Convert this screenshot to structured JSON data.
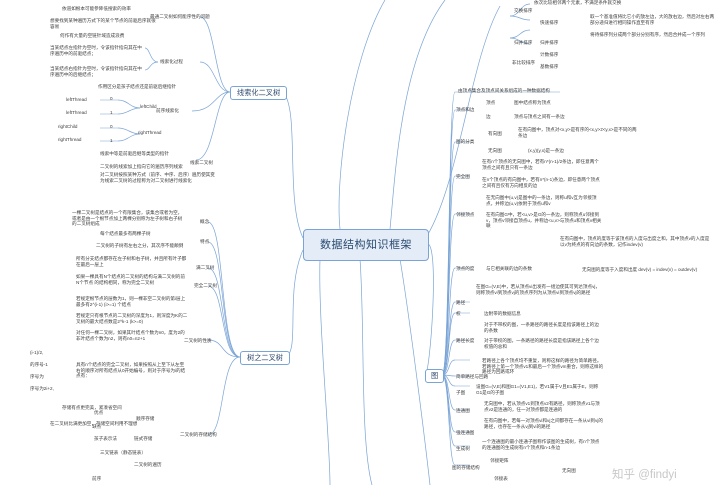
{
  "root": {
    "title": "数据结构知识框架"
  },
  "branches": {
    "threaded": "线索化二叉树",
    "tree": "树之二叉树",
    "graph": "图"
  },
  "threaded_nodes": {
    "n1": "依道如根本可能参降低搜索的效率",
    "n2": "最通二叉树如何能序性的问题",
    "n3": "想要找到某种遍历方式下的某个节点的前驱后序就很容易",
    "n4": "何作有大量的空链针域造成浪费",
    "n5": "线索化过程",
    "n6": "前序线索化",
    "n7": "当某结点左指针为空时，令该指针指向其在中序遍历中的前驱结点；",
    "n8": "当某结点右指针为空时，令该指针指向其在中序遍历中的后继结点；",
    "n9": "作用区分是孩子结点还是前驱后继指针",
    "lt": "leftThread",
    "lc": "leftChild",
    "rt": "rightThread",
    "rc": "rightChild",
    "lt_short": "leftThread",
    "rt_short": "rightThread",
    "v0a": "0",
    "v1a": "1",
    "v0b": "0",
    "v1b": "1",
    "n10": "线索中等是前驱后继等类型的指针",
    "n11": "线索二叉树",
    "n12": "二叉树的线索加上指向它的遍历序列线索",
    "n13": "对二叉树按照某种方式（前序、中序、后序）遍历使其变为线索二叉树的过程称为对二叉树进行线索化"
  },
  "tree_nodes": {
    "def_title": "概念",
    "def1": "一棵二叉树是结点的一个有限集合，该集合或者为空，或者是由一个根节点加上两棵分别称为左子树和右子树的二叉树组成",
    "prop_title": "特点",
    "p1": "每个结点最多有两棵子树",
    "p2": "二叉树的子树有左右之分，其次序不能颠倒",
    "full_title": "满二叉树",
    "full": "所有分支结点都存在左子树和右子树，并且所有叶子都在最后一层上",
    "complete_title": "完全二叉树",
    "complete": "如果一棵具有N个结点的二叉树的结构与满二叉树的前N个节点 的结构相同，称为完全二叉树",
    "nature_title": "二叉树的性质",
    "na": "若规定根节点的层数为1，则一棵非空二叉树的第i层上最多有2^(i-1) (i>=1) 个结点",
    "nb": "若规定只有根节点的二叉树的深度为1，则深度为K的二叉树的最大结点数是2^k-1 (k>=0)",
    "nc": "对任何一棵二叉树，如果其叶结点个数为n0，度为2的非叶结点个数为n2，则有n0=n2+1",
    "nd": "具有n个结点的完全二叉树，如果按照从上至下从左至右的顺序对所有结点从0开始编号，则对于序号为i的结点有：",
    "storage_title": "二叉树的存储结构",
    "seq": "顺序存储",
    "chain": "链式存储",
    "child": "子左部 ",
    "trav": "二叉树的遍历",
    "adv": "优点",
    "disadv": "缺点",
    "s1": "存储有点更完美，紧凑省空间",
    "s2": "在二叉树比满更加空，存储空间利用不理想",
    "t1": "孩子表示法",
    "t2": "三叉链表（静态链表）",
    "t3": "前序",
    "left_partial1": "(i-1)/2,",
    "left_partial2": "的序号-1",
    "left_partial3": "序号为",
    "left_partial4": "序号为2i+2,"
  },
  "graph_nodes": {
    "intro": "由顶点集合及顶点间关系组成的一种数据结构",
    "vertex_title": "顶点和边",
    "v1": "顶点",
    "v1d": "图中结点称为顶点",
    "v2": "边",
    "v2d": "顶点与顶点之间有一条边",
    "cat_title": "图的分类",
    "c1": "有向图",
    "c1d": "在有向图中，顶点对<x,y>是有序的<x,y>≠<y,x>是不同的两条边",
    "c2": "无向图",
    "c2d": "(x,y)(y,x)是一条边",
    "complete_title": "完全图",
    "cg1": "在有n个顶点的无向图中，若有n*(n-1)/2条边，即任意两个顶点之间有且只有一条边",
    "cg2": "在n个顶点的有向图中，若有n*(n-1)条边，即任意两个顶点之间有且仅有方向相反的边",
    "adj_title": "邻接顶点",
    "adj1": "在无向图中(u,v)是图中的一条边，则称u和v互为邻接顶点，并称边(u,v)依附于顶点u和v",
    "adj2": "在有向图G中，若<u,v>是G的一条边，则称顶点u邻接到v，顶点v邻接自顶点u，并称边<u,v>与顶点u和顶点v相关联",
    "deg_title": "顶点的度",
    "deg0": "与它相关联的边的条数",
    "deg1": "在有向图中，顶点的度等于该顶点的入度与出度之和，其中顶点v的入度是以v为终点的有向边的条数，记作indev(v)",
    "deg2": "无向图的度等于入度和出度 dev(v) = indev(v) = outdev(v)",
    "path_title": "路径",
    "path1": "在图G=(V,E)中，若从顶点vi出发有一组边使其可到达顶点vj，则称顶点vi到顶点vj的顶点序列为从顶点vi到顶点vj的路径",
    "weight_title": "权",
    "weight1": "边附带的数据信息",
    "plen_title": "路径长度",
    "plen1": "对于不带权的图，一条路径的路径长度是指该路径上的边的条数",
    "plen2": "对于带权的图，一条路径的路径长度是指该路径上各个边权值的总和",
    "simple_title": "简单路径与回路",
    "simple1": "若路径上各个顶点均不重复，则称这样的路径为简单路径。若路径上第一个顶点v1和最后一个顶点vm重合，则称这样的路径为回路或环",
    "sub_title": "子图",
    "sub1": "设图G=(V,E)和图G1=(V1,E1)，若V1属于V且E1属于E，则称G1是G的子图",
    "conn_title": "连通图",
    "conn1": "无向图中，若从顶点v1到顶点v2有路径，则称顶点v1与顶点v2是连通的，任一对顶点都是连通的",
    "strong_title": "强连通图",
    "strong1": "在有向图中，若每一对顶点vi和vj之间都存在一条从vi到vj的路径，也存在一条从vj到vi的路径",
    "span_title": "生成树",
    "span1": "一个连通图的最小连通子图称作该图的生成树，有n个顶点的连通图的生成树有n个顶点和n-1条边",
    "store_title": "图的存储结构",
    "mat": "邻接矩阵",
    "list": "邻接表",
    "undir": "无向图"
  },
  "top_right": {
    "sort_a": "交换排序",
    "sort_a1": "依次比较相邻两个元素，不满足条件就交换",
    "sort_b": "快速排序",
    "sort_b1": "取一个基准值将比它小的放左边，大的放右边，然后对左右两部分递归进行相同操作直至有序",
    "sort_c": "归并排序",
    "sort_c1": "将待排序列分成两个部分分别有序，然后合并成一个序列",
    "sort_d": "计数排序",
    "sort_e": "非比较排序",
    "sort_f": "基数排序"
  },
  "watermark": "知乎 @findyi"
}
